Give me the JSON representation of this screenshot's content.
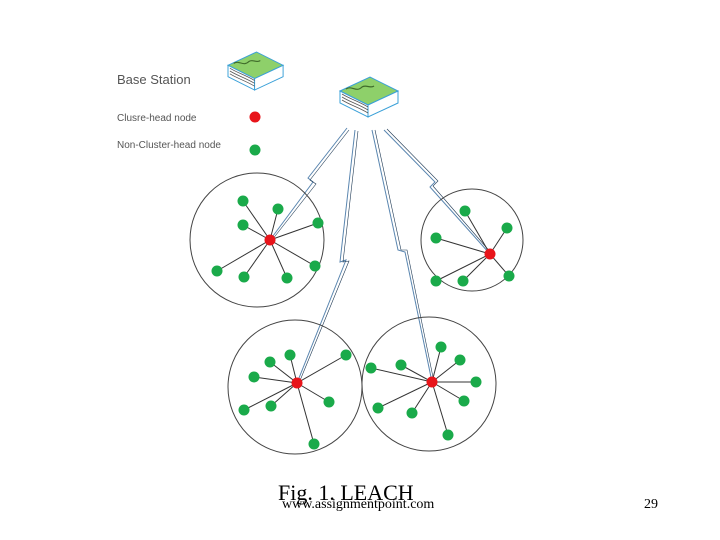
{
  "legend": {
    "base_station": "Base Station",
    "cluster_head": "Clusre-head node",
    "non_cluster_head": "Non-Cluster-head node"
  },
  "caption": "Fig. 1. LEACH",
  "watermark": "www.assignmentpoint.com",
  "page_number": "29",
  "colors": {
    "cluster_head": "#e8141a",
    "member_node": "#1aaa4a",
    "circle_stroke": "#444444",
    "link_stroke": "#333333",
    "uplink_stroke": "#5a86b0",
    "station_top": "#8ed06a",
    "station_edge": "#3aa0d8"
  },
  "icons": {
    "base_station": "base-station-icon",
    "cluster_head": "red-dot-icon",
    "member": "green-dot-icon"
  }
}
